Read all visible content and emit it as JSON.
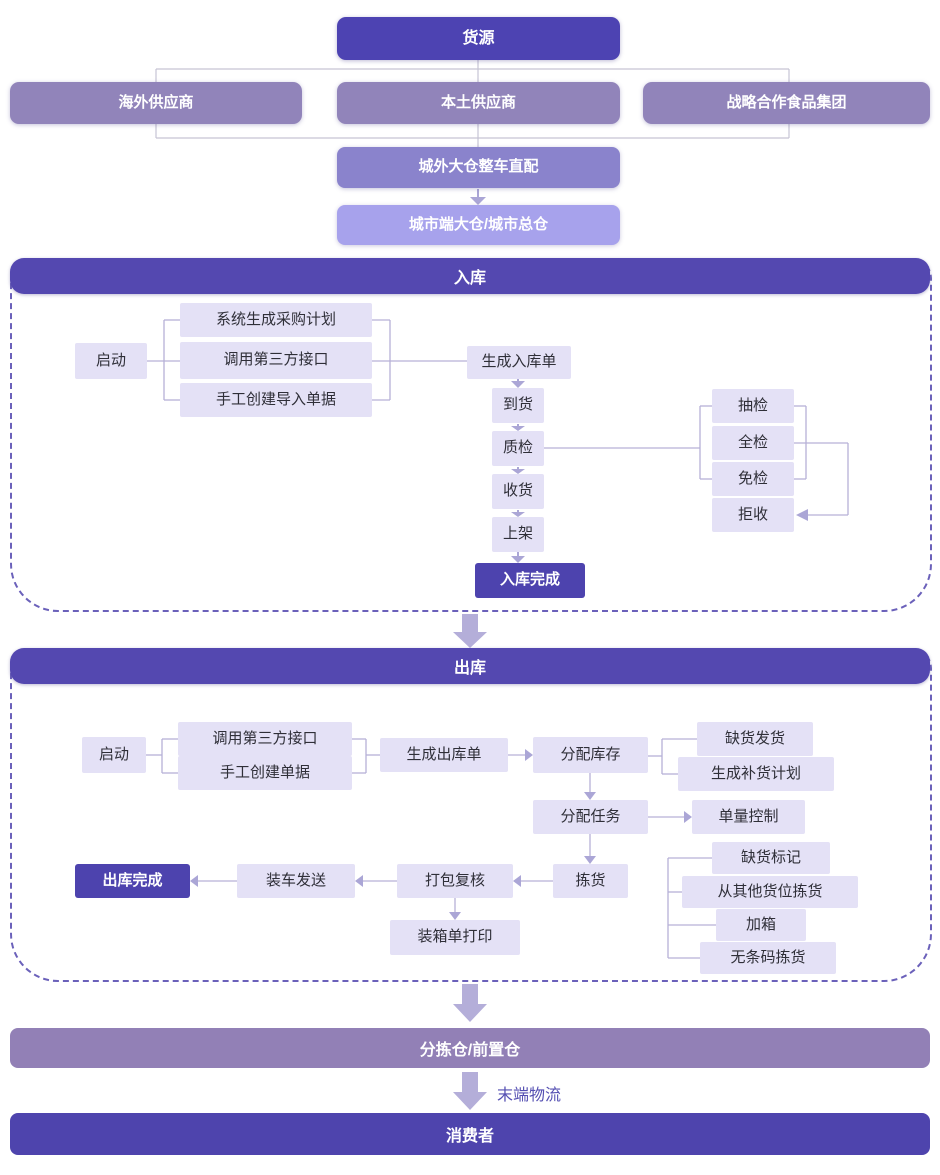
{
  "palette": {
    "dark_indigo": "#4d43ae",
    "medium_purple": "#9184ba",
    "direct_purple": "#8a83cc",
    "cityhub_lavender": "#a7a2ec",
    "light_box": "#e4e1f6",
    "line": "#b6b1d7",
    "big_arrow": "#b4aed9",
    "dashed_border": "#6b61ba",
    "sort_bar": "#9280b6",
    "consumer_bar": "#4e44ad"
  },
  "top": {
    "source": "货源",
    "suppliers": [
      "海外供应商",
      "本土供应商",
      "战略合作食品集团"
    ],
    "direct": "城外大仓整车直配",
    "city_hub": "城市端大仓/城市总仓"
  },
  "inbound": {
    "header": "入库",
    "start": "启动",
    "create_options": [
      "系统生成采购计划",
      "调用第三方接口",
      "手工创建导入单据"
    ],
    "gen_order": "生成入库单",
    "chain": [
      "到货",
      "质检",
      "收货",
      "上架"
    ],
    "done": "入库完成",
    "qc_options": [
      "抽检",
      "全检",
      "免检",
      "拒收"
    ]
  },
  "outbound": {
    "header": "出库",
    "start": "启动",
    "create_options": [
      "调用第三方接口",
      "手工创建单据"
    ],
    "gen_order": "生成出库单",
    "allocate_stock": "分配库存",
    "alloc_branches": [
      "缺货发货",
      "生成补货计划"
    ],
    "assign_task": "分配任务",
    "volume_control": "单量控制",
    "pick": "拣货",
    "pick_branches": [
      "缺货标记",
      "从其他货位拣货",
      "加箱",
      "无条码拣货"
    ],
    "pack_check": "打包复核",
    "packing_list_print": "装箱单打印",
    "load_send": "装车发送",
    "done": "出库完成"
  },
  "bottom": {
    "sorting_warehouse": "分拣仓/前置仓",
    "last_mile": "末端物流",
    "consumer": "消费者"
  }
}
